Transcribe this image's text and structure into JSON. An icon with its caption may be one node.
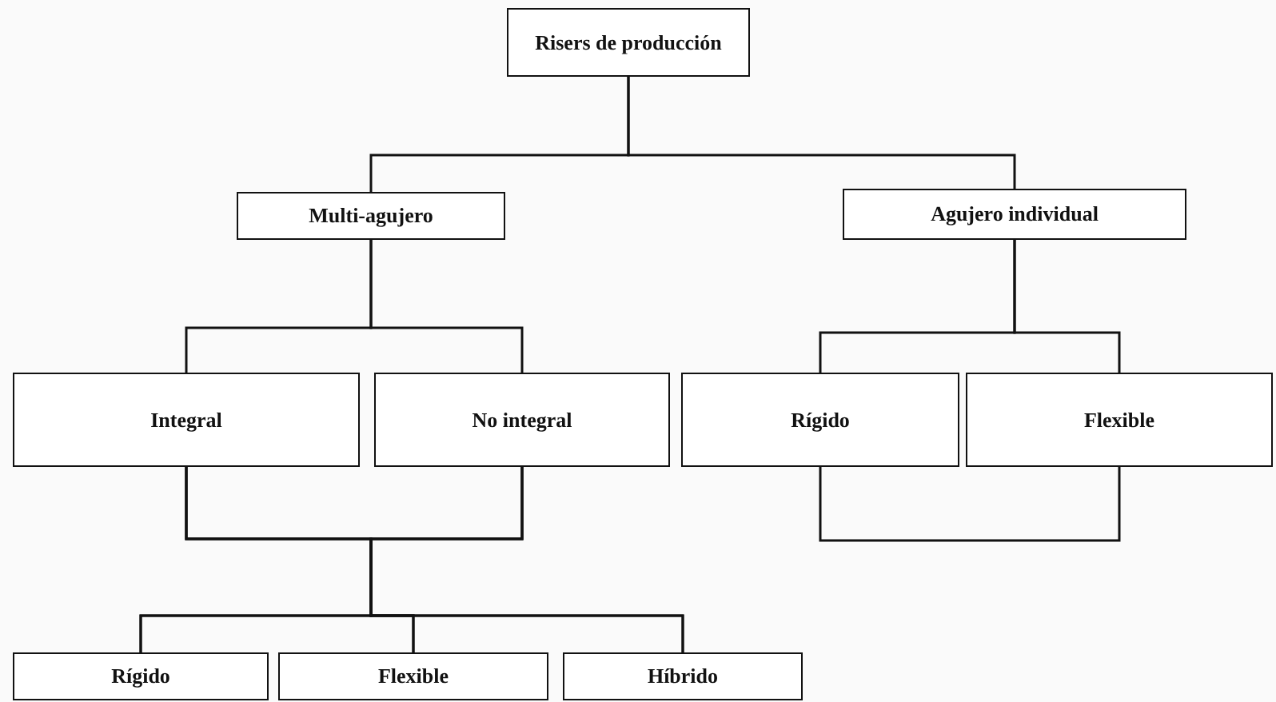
{
  "diagram": {
    "nodes": [
      {
        "text": [
          "Risers de producción"
        ]
      },
      {
        "text": [
          "Multi-agujero"
        ]
      },
      {
        "text": [
          "Agujero individual"
        ]
      },
      {
        "text": [
          "Integral"
        ]
      },
      {
        "text": [
          "No integral"
        ]
      },
      {
        "text": [
          "Rígido"
        ]
      },
      {
        "text": [
          "Flexible"
        ]
      },
      {
        "text": [
          "Rígido"
        ]
      },
      {
        "text": [
          "Flexible"
        ]
      },
      {
        "text": [
          "Híbrido"
        ]
      }
    ],
    "edges": [
      {
        "from": 0,
        "to": 1,
        "arrow": "none"
      },
      {
        "from": 0,
        "to": 2,
        "arrow": "none"
      },
      {
        "from": 1,
        "to": 3,
        "arrow": "none"
      },
      {
        "from": 1,
        "to": 4,
        "arrow": "none"
      },
      {
        "from": 2,
        "to": 5,
        "arrow": "none"
      },
      {
        "from": 2,
        "to": 6,
        "arrow": "none"
      },
      {
        "from": 5,
        "to": 6,
        "arrow": "none"
      },
      {
        "from": 3,
        "to": 7,
        "arrow": "none"
      },
      {
        "from": 3,
        "to": 8,
        "arrow": "none"
      },
      {
        "from": 3,
        "to": 9,
        "arrow": "none"
      },
      {
        "from": 4,
        "to": 7,
        "arrow": "none"
      },
      {
        "from": 4,
        "to": 8,
        "arrow": "none"
      },
      {
        "from": 4,
        "to": 9,
        "arrow": "none"
      }
    ]
  }
}
